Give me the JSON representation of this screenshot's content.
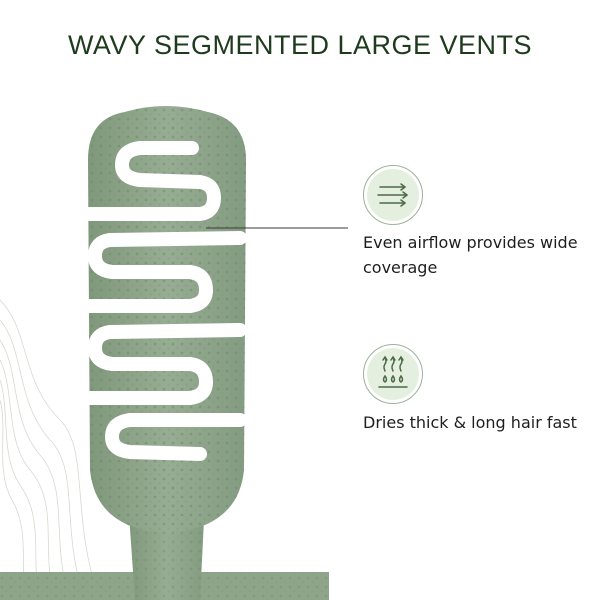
{
  "title": "WAVY SEGMENTED LARGE VENTS",
  "features": [
    {
      "icon": "airflow-arrows-icon",
      "text": "Even airflow provides wide coverage"
    },
    {
      "icon": "steam-drops-icon",
      "text": "Dries thick & long hair fast"
    }
  ],
  "colors": {
    "title": "#1f3b1e",
    "brush": "#8ea58a",
    "brush_dark": "#6f8b6c",
    "icon_bg": "#e5efdf",
    "icon_stroke": "#4a6a47",
    "text": "#1e1e1e"
  }
}
